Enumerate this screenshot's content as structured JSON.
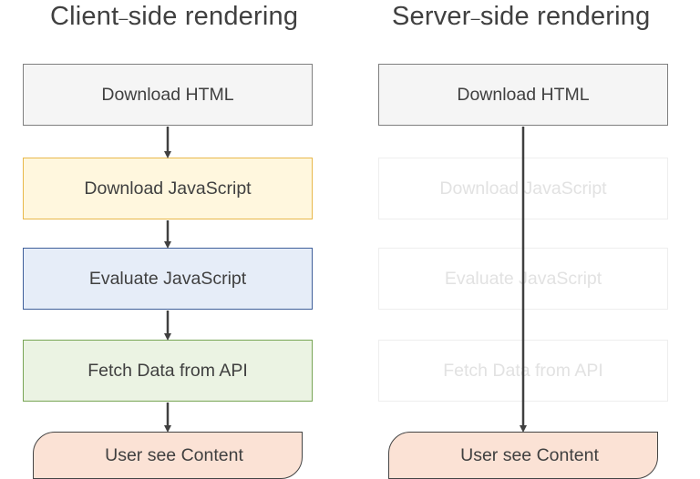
{
  "left_column": {
    "title_a": "Client",
    "title_sep": "–",
    "title_b": "side rendering",
    "steps": [
      "Download HTML",
      "Download JavaScript",
      "Evaluate JavaScript",
      "Fetch Data from API"
    ],
    "result": "User see Content"
  },
  "right_column": {
    "title_a": "Server",
    "title_sep": "–",
    "title_b": "side rendering",
    "steps": [
      "Download HTML",
      "Download JavaScript",
      "Evaluate JavaScript",
      "Fetch Data from API"
    ],
    "result": "User see Content"
  },
  "colors": {
    "html_fill": "#f5f5f5",
    "js_fill": "#fff7de",
    "js_border": "#e8b84a",
    "eval_fill": "#e6edf8",
    "eval_border": "#3f5f9a",
    "fetch_fill": "#ebf3e3",
    "fetch_border": "#78a555",
    "result_fill": "#fbe2d5",
    "arrow": "#404040"
  }
}
